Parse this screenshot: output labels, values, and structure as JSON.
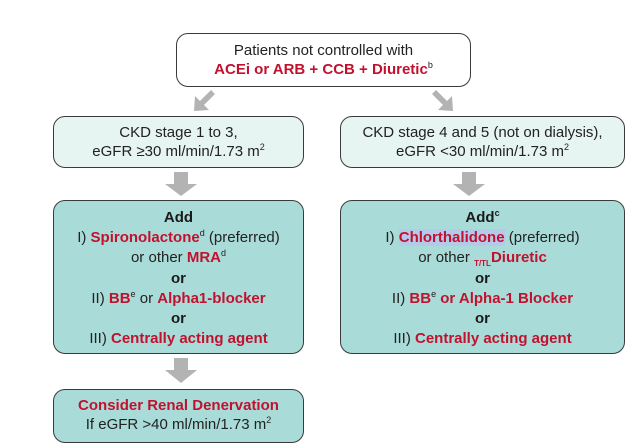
{
  "top": {
    "line1": "Patients not controlled with",
    "line2": "ACEi or ARB + CCB + Diuretic",
    "line2_sup": "b"
  },
  "left": {
    "stage_line1": "CKD stage 1 to 3,",
    "stage_line2_pre": "eGFR ≥30 ml/min/1.73 m",
    "stage_line2_sup": "2",
    "add": "Add",
    "opt1_prefix": "I) ",
    "opt1_drug": "Spironolactone",
    "opt1_sup": "d",
    "opt1_suffix": " (preferred)",
    "opt1b_pre": "or other ",
    "opt1b_drug": "MRA",
    "opt1b_sup": "d",
    "or1": "or",
    "opt2_prefix": "II) ",
    "opt2_bb": "BB",
    "opt2_sup": "e",
    "opt2_mid": " or ",
    "opt2_drug": "Alpha1-blocker",
    "or2": "or",
    "opt3_prefix": "III) ",
    "opt3_drug": "Centrally acting agent"
  },
  "right": {
    "stage_line1": "CKD stage 4 and 5 (not on dialysis),",
    "stage_line2_pre": "eGFR <30 ml/min/1.73 m",
    "stage_line2_sup": "2",
    "add": "Add",
    "add_sup": "c",
    "opt1_prefix": "I) ",
    "opt1_drug": "Chlorthalidone",
    "opt1_suffix": " (preferred)",
    "opt1b_pre": "or other ",
    "opt1b_sub": "T/TL",
    "opt1b_drug": "Diuretic",
    "or1": "or",
    "opt2_prefix": "II) ",
    "opt2_bb": "BB",
    "opt2_sup": "e",
    "opt2_rest": " or Alpha-1 Blocker",
    "or2": "or",
    "opt3_prefix": "III) ",
    "opt3_drug": "Centrally acting agent"
  },
  "renal": {
    "title": "Consider Renal Denervation",
    "line2_pre": "If eGFR >40 ml/min/1.73 m",
    "line2_sup": "2"
  },
  "colors": {
    "red": "#c0122f",
    "teal_fill": "#a9dcd8",
    "light_fill": "#e6f4f2",
    "arrow": "#b3b3b3",
    "highlight": "#b5c9ea"
  }
}
